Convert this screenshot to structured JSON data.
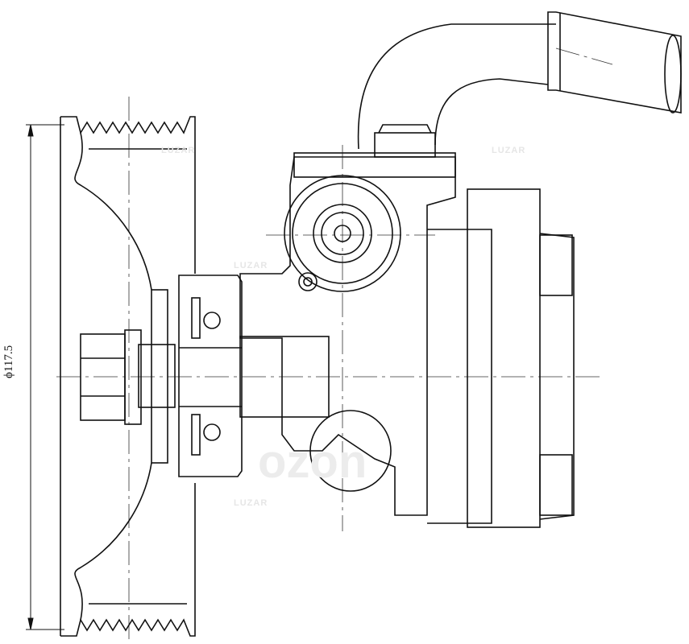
{
  "dimension": {
    "label": "ϕ117.5"
  },
  "watermarks": {
    "brand": "LUZAR",
    "marketplace": "ozon"
  },
  "colors": {
    "line": "#111111",
    "watermark": "#e0e0e0",
    "background": "#ffffff"
  }
}
